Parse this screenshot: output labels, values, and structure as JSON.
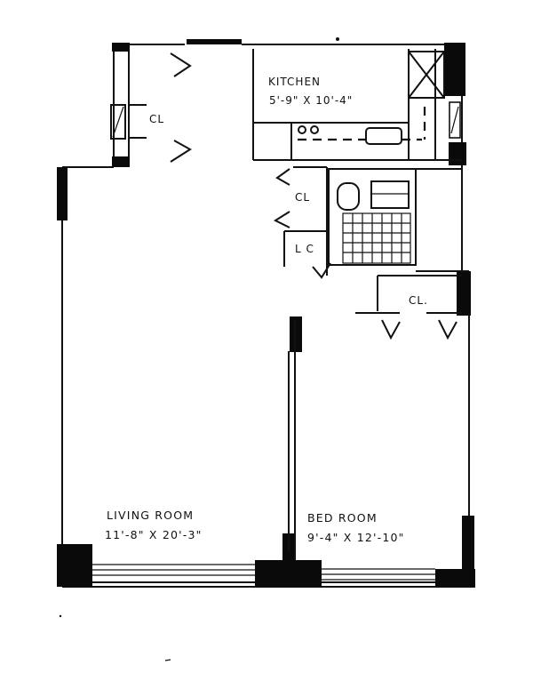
{
  "rooms": {
    "kitchen": {
      "name": "KITCHEN",
      "dims": "5'-9\" X 10'-4\""
    },
    "living_room": {
      "name": "LIVING ROOM",
      "dims": "11'-8\" X 20'-3\""
    },
    "bed_room": {
      "name": "BED ROOM",
      "dims": "9'-4\" X 12'-10\""
    }
  },
  "closets": {
    "entry_closet": "CL",
    "hall_closet": "CL",
    "linen_closet": "L C",
    "bedroom_closet": "CL."
  }
}
